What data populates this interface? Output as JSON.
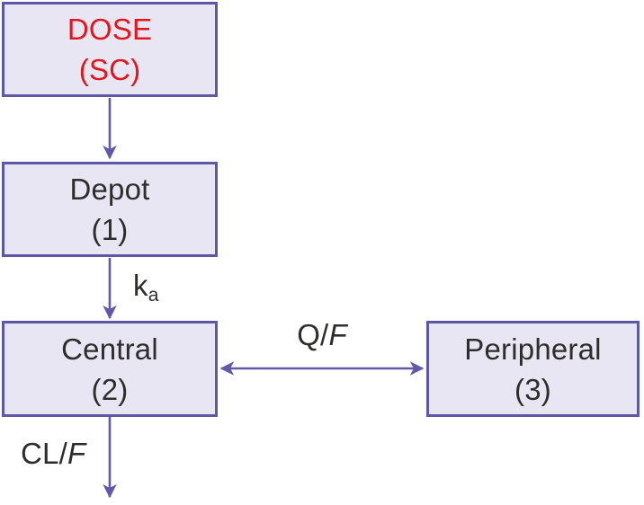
{
  "diagram": {
    "type": "flow",
    "nodes": [
      {
        "id": "dose",
        "line1": "DOSE",
        "line2": "(SC)"
      },
      {
        "id": "depot",
        "line1": "Depot",
        "line2": "(1)"
      },
      {
        "id": "central",
        "line1": "Central",
        "line2": "(2)"
      },
      {
        "id": "peripheral",
        "line1": "Peripheral",
        "line2": "(3)"
      }
    ],
    "edges": [
      {
        "from": "DOSE (SC)",
        "to": "Depot (1)",
        "label": "",
        "bidirectional": false
      },
      {
        "from": "Depot (1)",
        "to": "Central (2)",
        "label": "ka",
        "bidirectional": false
      },
      {
        "from": "Central (2)",
        "to": "Peripheral (3)",
        "label": "Q/F",
        "bidirectional": true
      },
      {
        "from": "Central (2)",
        "to": "",
        "label": "CL/F",
        "bidirectional": false
      }
    ],
    "labels": {
      "ka_base": "k",
      "ka_sub": "a",
      "q_pre": "Q/",
      "q_f": "F",
      "cl_pre": "CL/",
      "cl_f": "F"
    },
    "colors": {
      "box_border": "#5c57a7",
      "box_fill": "#e8e6f3",
      "arrow": "#5f59a8",
      "text": "#2e2d2c",
      "dose_text": "#e0171f"
    }
  }
}
